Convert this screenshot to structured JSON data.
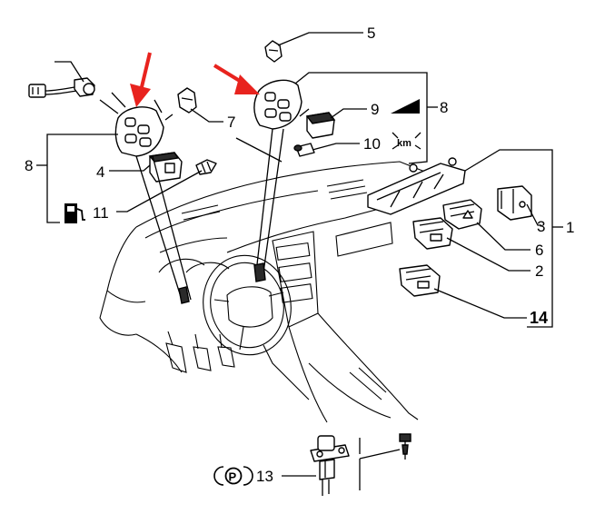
{
  "colors": {
    "line": "#000000",
    "arrow": "#e8231e",
    "background": "#ffffff"
  },
  "callouts": {
    "c1": "1",
    "c2": "2",
    "c3": "3",
    "c4": "4",
    "c5": "5",
    "c6": "6",
    "c7": "7",
    "c8_left": "8",
    "c8_right": "8",
    "c9": "9",
    "c10": "10",
    "c11": "11",
    "c13": "13",
    "c14": "14"
  },
  "symbols": {
    "km": "km",
    "parking": "P",
    "icons": [
      "fuel-pump-icon",
      "parking-brake-icon",
      "triangle-ramp-icon",
      "km-reset-icon"
    ]
  },
  "highlights": {
    "arrow_count": 2,
    "targets": [
      "left-steering-wheel-control",
      "right-steering-wheel-control"
    ]
  }
}
